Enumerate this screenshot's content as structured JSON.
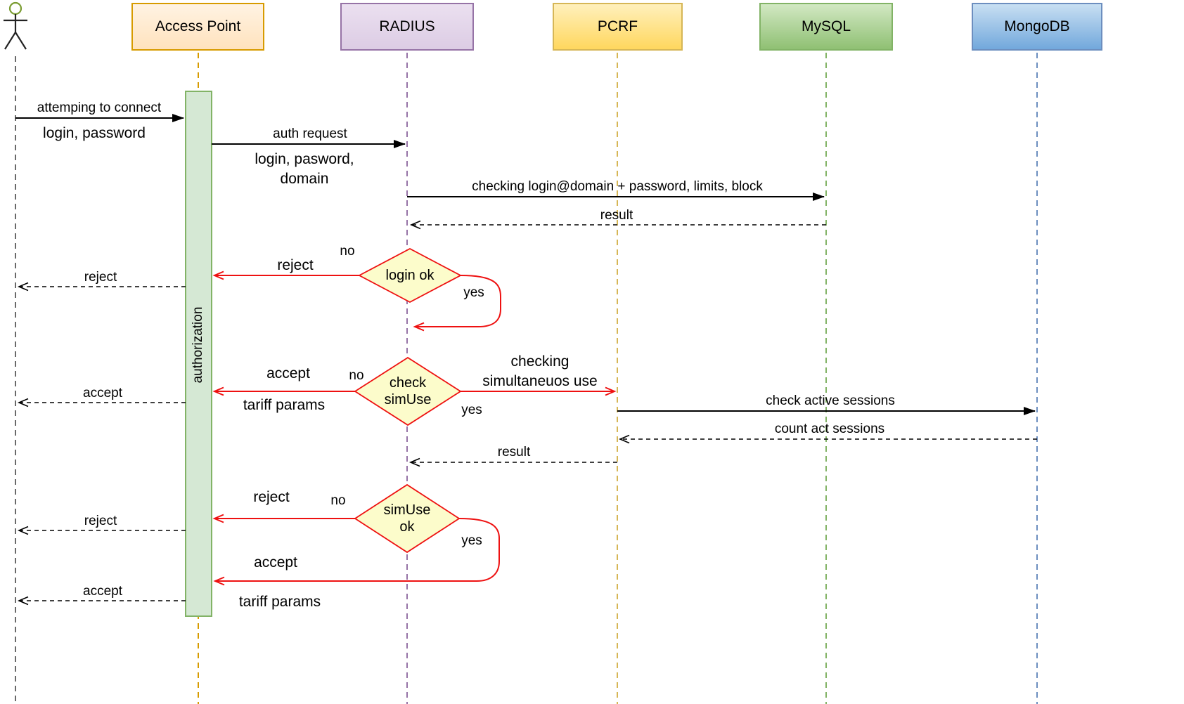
{
  "participants": [
    {
      "id": "actor",
      "label": ""
    },
    {
      "id": "access-point",
      "label": "Access Point",
      "fill": "#FFE6CC",
      "border": "#D79B00"
    },
    {
      "id": "radius",
      "label": "RADIUS",
      "fill": "#E1D5E7",
      "border": "#9673A6"
    },
    {
      "id": "pcrf",
      "label": "PCRF",
      "fill": "#FFD966",
      "border": "#D6B656"
    },
    {
      "id": "mysql",
      "label": "MySQL",
      "fill": "#93C47D",
      "border": "#82B366"
    },
    {
      "id": "mongodb",
      "label": "MongoDB",
      "fill": "#6FA8DC",
      "border": "#6C8EBF"
    }
  ],
  "activation": {
    "label": "authorization",
    "fill": "#D5E8D4",
    "border": "#82B366"
  },
  "messages": {
    "attempt_connect": {
      "title": "attemping to connect",
      "params": "login, password"
    },
    "auth_request": {
      "title": "auth request",
      "params": "login, pasword,\ndomain"
    },
    "check_login": "checking login@domain + password, limits, block",
    "mysql_result": "result",
    "reject_to_user_1": "reject",
    "accept_to_user_1": "accept",
    "check_active_sessions": "check active sessions",
    "count_act_sessions": "count act sessions",
    "pcrf_result": "result",
    "reject_to_user_2": "reject",
    "accept_to_user_2": "accept"
  },
  "decisions": {
    "login_ok": {
      "label": "login ok",
      "no_branch": "no",
      "yes_branch": "yes",
      "reject": "reject"
    },
    "check_simuse": {
      "label": "check\nsimUse",
      "no_branch": "no",
      "yes_branch": "yes",
      "accept": "accept",
      "accept_params": "tariff params",
      "yes_action": "checking\nsimultaneuos use"
    },
    "simuse_ok": {
      "label": "simUse\nok",
      "no_branch": "no",
      "yes_branch": "yes",
      "reject": "reject",
      "accept": "accept",
      "accept_params": "tariff params"
    }
  },
  "style_colors": {
    "decision_fill": "#FCFCCB",
    "decision_border": "#EE1111",
    "red_flow": "#EE1111",
    "message_line": "#000000"
  }
}
